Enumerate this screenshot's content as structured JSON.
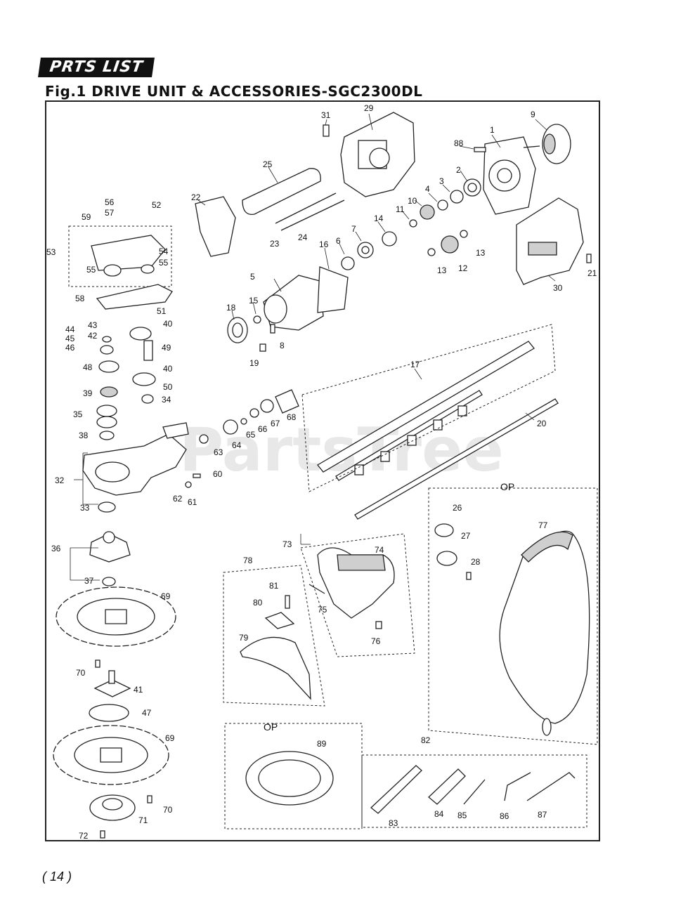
{
  "header": {
    "badge": "PRTS LIST",
    "title": "Fig.1  DRIVE UNIT & ACCESSORIES-SGC2300DL"
  },
  "watermark": "PartsTree",
  "op_labels": [
    "OP",
    "OP"
  ],
  "page_number": "14",
  "callouts": [
    "1",
    "2",
    "3",
    "4",
    "5",
    "6",
    "7",
    "8",
    "9",
    "10",
    "11",
    "12",
    "13",
    "13",
    "14",
    "15",
    "16",
    "17",
    "18",
    "19",
    "20",
    "21",
    "22",
    "23",
    "24",
    "25",
    "26",
    "27",
    "28",
    "29",
    "30",
    "31",
    "32",
    "33",
    "34",
    "35",
    "36",
    "37",
    "38",
    "39",
    "40",
    "40",
    "41",
    "42",
    "43",
    "44",
    "45",
    "46",
    "47",
    "48",
    "49",
    "50",
    "51",
    "52",
    "53",
    "54",
    "55",
    "55",
    "56",
    "57",
    "58",
    "59",
    "60",
    "61",
    "62",
    "63",
    "64",
    "65",
    "66",
    "67",
    "68",
    "69",
    "69",
    "70",
    "70",
    "71",
    "72",
    "73",
    "74",
    "75",
    "76",
    "77",
    "78",
    "79",
    "80",
    "81",
    "82",
    "83",
    "84",
    "85",
    "86",
    "87",
    "88",
    "89"
  ]
}
